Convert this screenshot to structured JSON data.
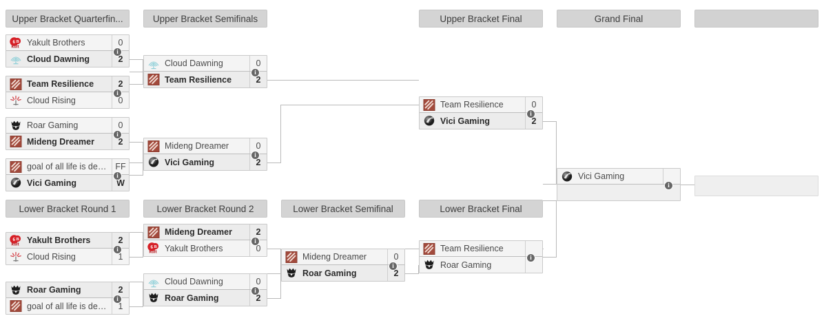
{
  "tournament": {
    "layout": "double-elimination-bracket",
    "rounds": [
      {
        "id": "ubqf",
        "label": "Upper Bracket Quarterfin...",
        "full_label": "Upper Bracket Quarterfinals"
      },
      {
        "id": "ubsf",
        "label": "Upper Bracket Semifinals"
      },
      {
        "id": "ubf",
        "label": "Upper Bracket Final"
      },
      {
        "id": "gf",
        "label": "Grand Final"
      },
      {
        "id": "winner",
        "label": "",
        "ghost": true
      },
      {
        "id": "lbr1",
        "label": "Lower Bracket Round 1"
      },
      {
        "id": "lbr2",
        "label": "Lower Bracket Round 2"
      },
      {
        "id": "lbsf",
        "label": "Lower Bracket Semifinal"
      },
      {
        "id": "lbf",
        "label": "Lower Bracket Final"
      }
    ],
    "teams": {
      "yakult": {
        "name": "Yakult Brothers",
        "logo": "yakult-logo"
      },
      "clouddawn": {
        "name": "Cloud Dawning",
        "logo": "cloud-dawning-logo"
      },
      "resilience": {
        "name": "Team Resilience",
        "logo": "dota-red-logo"
      },
      "cloudrise": {
        "name": "Cloud Rising",
        "logo": "cloud-rising-logo"
      },
      "roar": {
        "name": "Roar Gaming",
        "logo": "roar-gaming-logo"
      },
      "mideng": {
        "name": "Mideng Dreamer",
        "logo": "dota-red-logo"
      },
      "goal": {
        "name": "goal of all life is dea...",
        "logo": "dota-red-logo"
      },
      "vici": {
        "name": "Vici Gaming",
        "logo": "vici-gaming-logo"
      }
    },
    "matches": [
      {
        "id": "ubqf1",
        "round": "ubqf",
        "top": {
          "team": "Yakult Brothers",
          "logo": "yakult-logo",
          "score": "0",
          "winner": false
        },
        "bottom": {
          "team": "Cloud Dawning",
          "logo": "cloud-dawning-logo",
          "score": "2",
          "winner": true
        }
      },
      {
        "id": "ubqf2",
        "round": "ubqf",
        "top": {
          "team": "Team Resilience",
          "logo": "dota-red-logo",
          "score": "2",
          "winner": true
        },
        "bottom": {
          "team": "Cloud Rising",
          "logo": "cloud-rising-logo",
          "score": "0",
          "winner": false
        }
      },
      {
        "id": "ubqf3",
        "round": "ubqf",
        "top": {
          "team": "Roar Gaming",
          "logo": "roar-gaming-logo",
          "score": "0",
          "winner": false
        },
        "bottom": {
          "team": "Mideng Dreamer",
          "logo": "dota-red-logo",
          "score": "2",
          "winner": true
        }
      },
      {
        "id": "ubqf4",
        "round": "ubqf",
        "top": {
          "team": "goal of all life is dea...",
          "logo": "dota-red-logo",
          "score": "FF",
          "winner": false
        },
        "bottom": {
          "team": "Vici Gaming",
          "logo": "vici-gaming-logo",
          "score": "W",
          "winner": true
        }
      },
      {
        "id": "ubsf1",
        "round": "ubsf",
        "top": {
          "team": "Cloud Dawning",
          "logo": "cloud-dawning-logo",
          "score": "0",
          "winner": false
        },
        "bottom": {
          "team": "Team Resilience",
          "logo": "dota-red-logo",
          "score": "2",
          "winner": true
        }
      },
      {
        "id": "ubsf2",
        "round": "ubsf",
        "top": {
          "team": "Mideng Dreamer",
          "logo": "dota-red-logo",
          "score": "0",
          "winner": false
        },
        "bottom": {
          "team": "Vici Gaming",
          "logo": "vici-gaming-logo",
          "score": "2",
          "winner": true
        }
      },
      {
        "id": "ubf1",
        "round": "ubf",
        "top": {
          "team": "Team Resilience",
          "logo": "dota-red-logo",
          "score": "0",
          "winner": false
        },
        "bottom": {
          "team": "Vici Gaming",
          "logo": "vici-gaming-logo",
          "score": "2",
          "winner": true
        }
      },
      {
        "id": "gf1",
        "round": "gf",
        "top": {
          "team": "Vici Gaming",
          "logo": "vici-gaming-logo",
          "score": "",
          "winner": false
        },
        "bottom": {
          "team": "",
          "logo": "",
          "score": "",
          "winner": false
        }
      },
      {
        "id": "winner1",
        "round": "winner",
        "empty": true
      },
      {
        "id": "lbr1a",
        "round": "lbr1",
        "top": {
          "team": "Yakult Brothers",
          "logo": "yakult-logo",
          "score": "2",
          "winner": true
        },
        "bottom": {
          "team": "Cloud Rising",
          "logo": "cloud-rising-logo",
          "score": "1",
          "winner": false
        }
      },
      {
        "id": "lbr1b",
        "round": "lbr1",
        "top": {
          "team": "Roar Gaming",
          "logo": "roar-gaming-logo",
          "score": "2",
          "winner": true
        },
        "bottom": {
          "team": "goal of all life is dea...",
          "logo": "dota-red-logo",
          "score": "1",
          "winner": false
        }
      },
      {
        "id": "lbr2a",
        "round": "lbr2",
        "top": {
          "team": "Mideng Dreamer",
          "logo": "dota-red-logo",
          "score": "2",
          "winner": true
        },
        "bottom": {
          "team": "Yakult Brothers",
          "logo": "yakult-logo",
          "score": "0",
          "winner": false
        }
      },
      {
        "id": "lbr2b",
        "round": "lbr2",
        "top": {
          "team": "Cloud Dawning",
          "logo": "cloud-dawning-logo",
          "score": "0",
          "winner": false
        },
        "bottom": {
          "team": "Roar Gaming",
          "logo": "roar-gaming-logo",
          "score": "2",
          "winner": true
        }
      },
      {
        "id": "lbsf1",
        "round": "lbsf",
        "top": {
          "team": "Mideng Dreamer",
          "logo": "dota-red-logo",
          "score": "0",
          "winner": false
        },
        "bottom": {
          "team": "Roar Gaming",
          "logo": "roar-gaming-logo",
          "score": "2",
          "winner": true
        }
      },
      {
        "id": "lbf1",
        "round": "lbf",
        "top": {
          "team": "Team Resilience",
          "logo": "dota-red-logo",
          "score": "",
          "winner": false
        },
        "bottom": {
          "team": "Roar Gaming",
          "logo": "roar-gaming-logo",
          "score": "",
          "winner": false
        }
      }
    ],
    "colors": {
      "header_bg": "#d4d4d4",
      "match_bg": "#f4f4f4",
      "winner_bg": "#ececec",
      "border": "#c9c9c9",
      "line": "#b9b9b9",
      "text": "#4a4a4a",
      "info_badge": "#666666"
    },
    "info_badge_label": "i"
  }
}
